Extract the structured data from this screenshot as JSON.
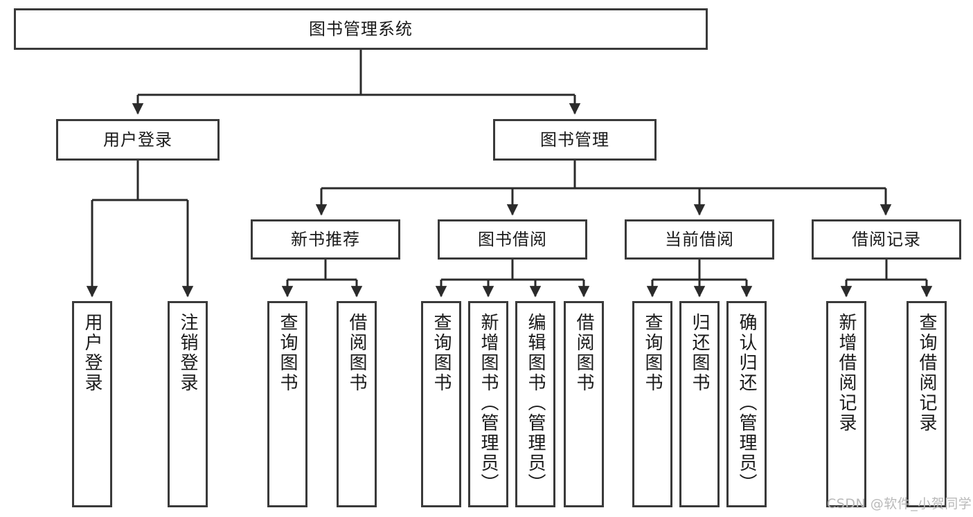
{
  "diagram": {
    "title": "图书管理系统",
    "type": "tree-hierarchy-chart",
    "root": {
      "label": "图书管理系统"
    },
    "level2": [
      {
        "label": "用户登录"
      },
      {
        "label": "图书管理"
      }
    ],
    "level3": [
      {
        "label": "新书推荐"
      },
      {
        "label": "图书借阅"
      },
      {
        "label": "当前借阅"
      },
      {
        "label": "借阅记录"
      }
    ],
    "leaves": {
      "user_login": [
        {
          "label": "用户登录"
        },
        {
          "label": "注销登录"
        }
      ],
      "new_book_recommend": [
        {
          "label": "查询图书"
        },
        {
          "label": "借阅图书"
        }
      ],
      "book_borrow": [
        {
          "label": "查询图书"
        },
        {
          "label": "新增图书（管理员）"
        },
        {
          "label": "编辑图书（管理员）"
        },
        {
          "label": "借阅图书"
        }
      ],
      "current_borrow": [
        {
          "label": "查询图书"
        },
        {
          "label": "归还图书"
        },
        {
          "label": "确认归还（管理员）"
        }
      ],
      "borrow_record": [
        {
          "label": "新增借阅记录"
        },
        {
          "label": "查询借阅记录"
        }
      ]
    },
    "watermark": "CSDN @软件_小贺同学",
    "colors": {
      "stroke": "#3a3a3a",
      "fill": "#ffffff",
      "text": "#1a1a1a",
      "watermark": "#b9b9b9"
    }
  }
}
